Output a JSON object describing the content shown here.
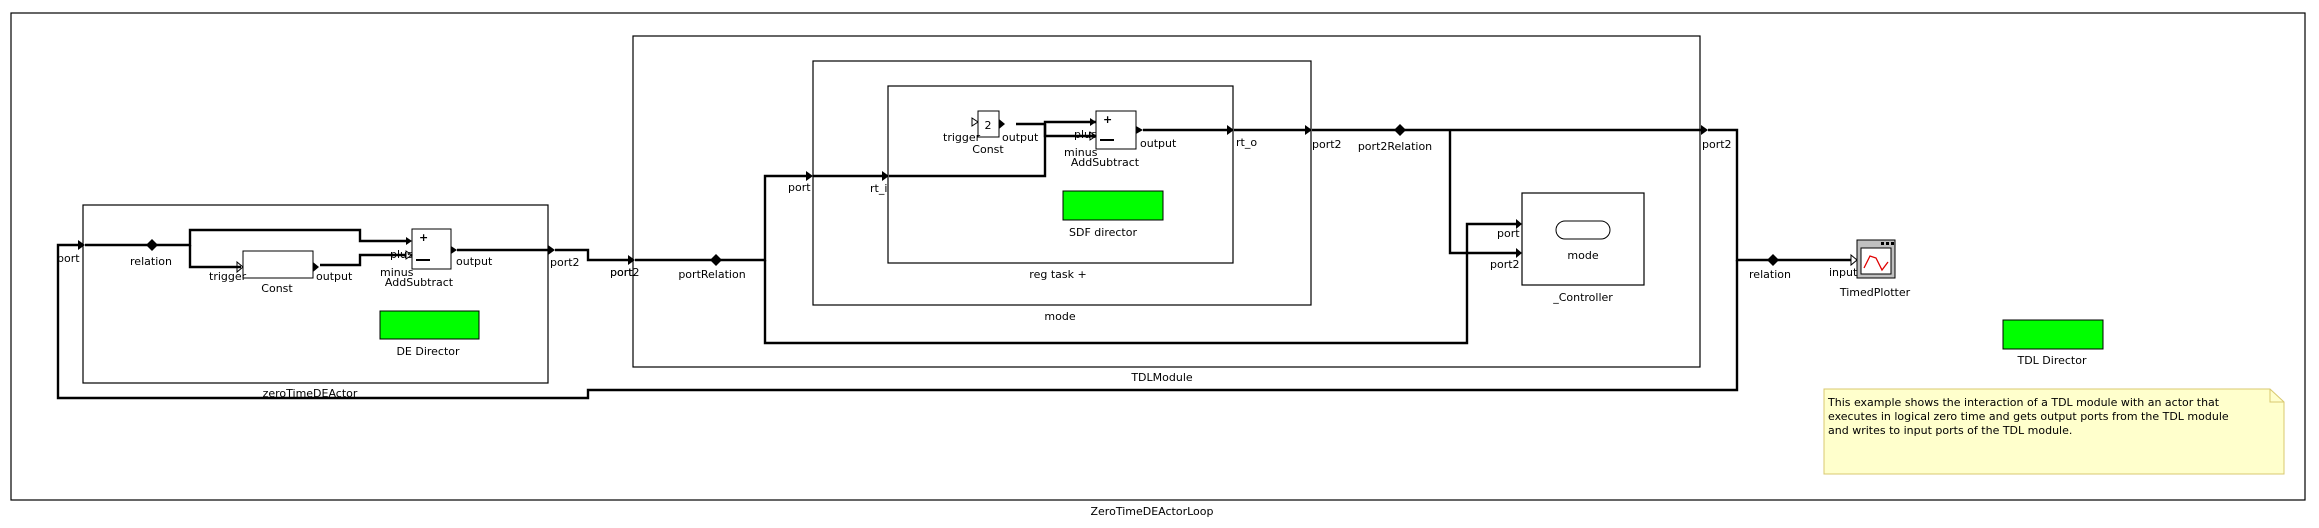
{
  "diagram": {
    "title": "ZeroTimeDEActorLoop",
    "left_actor": {
      "name": "zeroTimeDEActor",
      "port_in": "port",
      "port_out": "port2",
      "relation": "relation",
      "const_name": "Const",
      "const_trigger": "trigger",
      "const_output": "output",
      "addsub_name": "AddSubtract",
      "addsub_plus": "plus",
      "addsub_minus": "minus",
      "addsub_output": "output",
      "director": "DE Director"
    },
    "outer_port_label": "port2",
    "port_relation": "portRelation",
    "tdl_module": {
      "name": "TDLModule",
      "port_in": "port",
      "port_out": "port2",
      "port2_relation": "port2Relation",
      "mode": {
        "name": "mode",
        "port_in": "port",
        "port_out": "port2",
        "task": {
          "name": "reg task +",
          "rt_i": "rt_i",
          "rt_o": "rt_o",
          "const_value": "2",
          "const_name": "Const",
          "const_trigger": "trigger",
          "const_output": "output",
          "addsub_name": "AddSubtract",
          "addsub_plus": "plus",
          "addsub_minus": "minus",
          "addsub_output": "output",
          "director": "SDF director"
        }
      },
      "controller": {
        "name": "_Controller",
        "port1": "port",
        "port2": "port2",
        "state": "mode"
      }
    },
    "relation_right": "relation",
    "plotter": {
      "name": "TimedPlotter",
      "input": "input"
    },
    "tdl_director": "TDL Director",
    "note": [
      "This example shows the interaction of a TDL module with an actor that",
      "executes in logical zero time and gets output ports from the TDL module",
      "and writes to input ports of the TDL module."
    ],
    "colors": {
      "director": "#00ff00",
      "note_fill": "#ffffcc",
      "note_border": "#d8c870"
    }
  }
}
